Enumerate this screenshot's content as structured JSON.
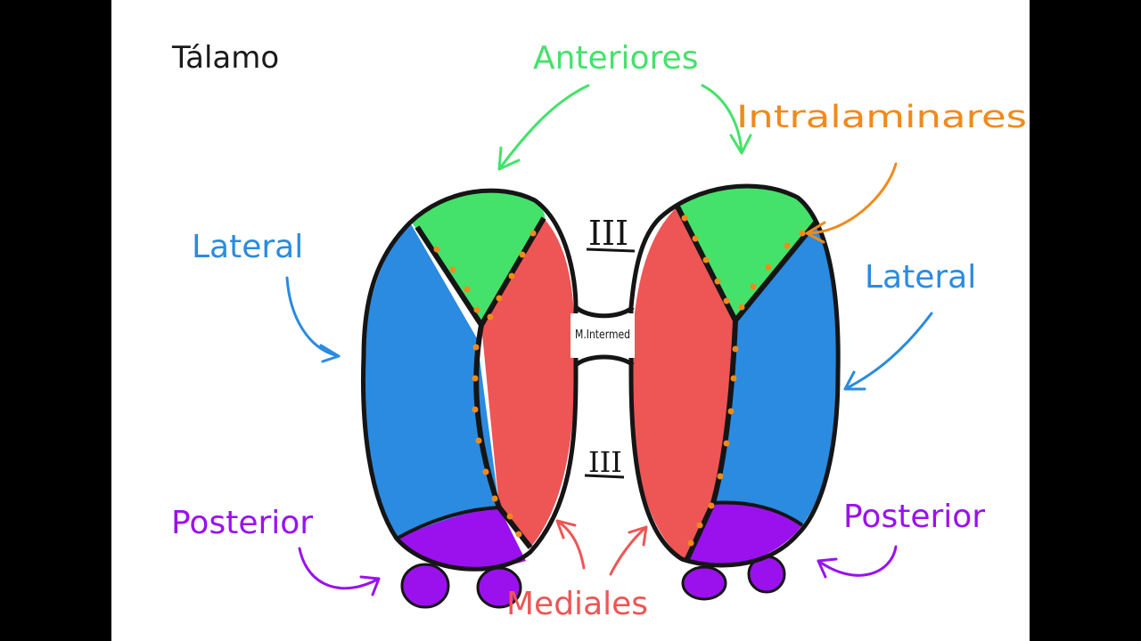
{
  "title": "Tálamo",
  "labels": {
    "anteriores": "Anteriores",
    "intralaminares": "Intralaminares",
    "lateral_left": "Lateral",
    "lateral_right": "Lateral",
    "posterior_left": "Posterior",
    "posterior_right": "Posterior",
    "mediales": "Mediales",
    "ventricle_top": "III",
    "ventricle_bottom": "III",
    "adhesion": "M.Intermed"
  },
  "colors": {
    "background": "#ffffff",
    "frame": "#000000",
    "anterior": "#44e26a",
    "lateral": "#2a8be0",
    "medial": "#ee5555",
    "posterior": "#9a11ee",
    "intralaminar": "#f08a1a",
    "outline": "#151515",
    "title": "#1a1a1a"
  }
}
